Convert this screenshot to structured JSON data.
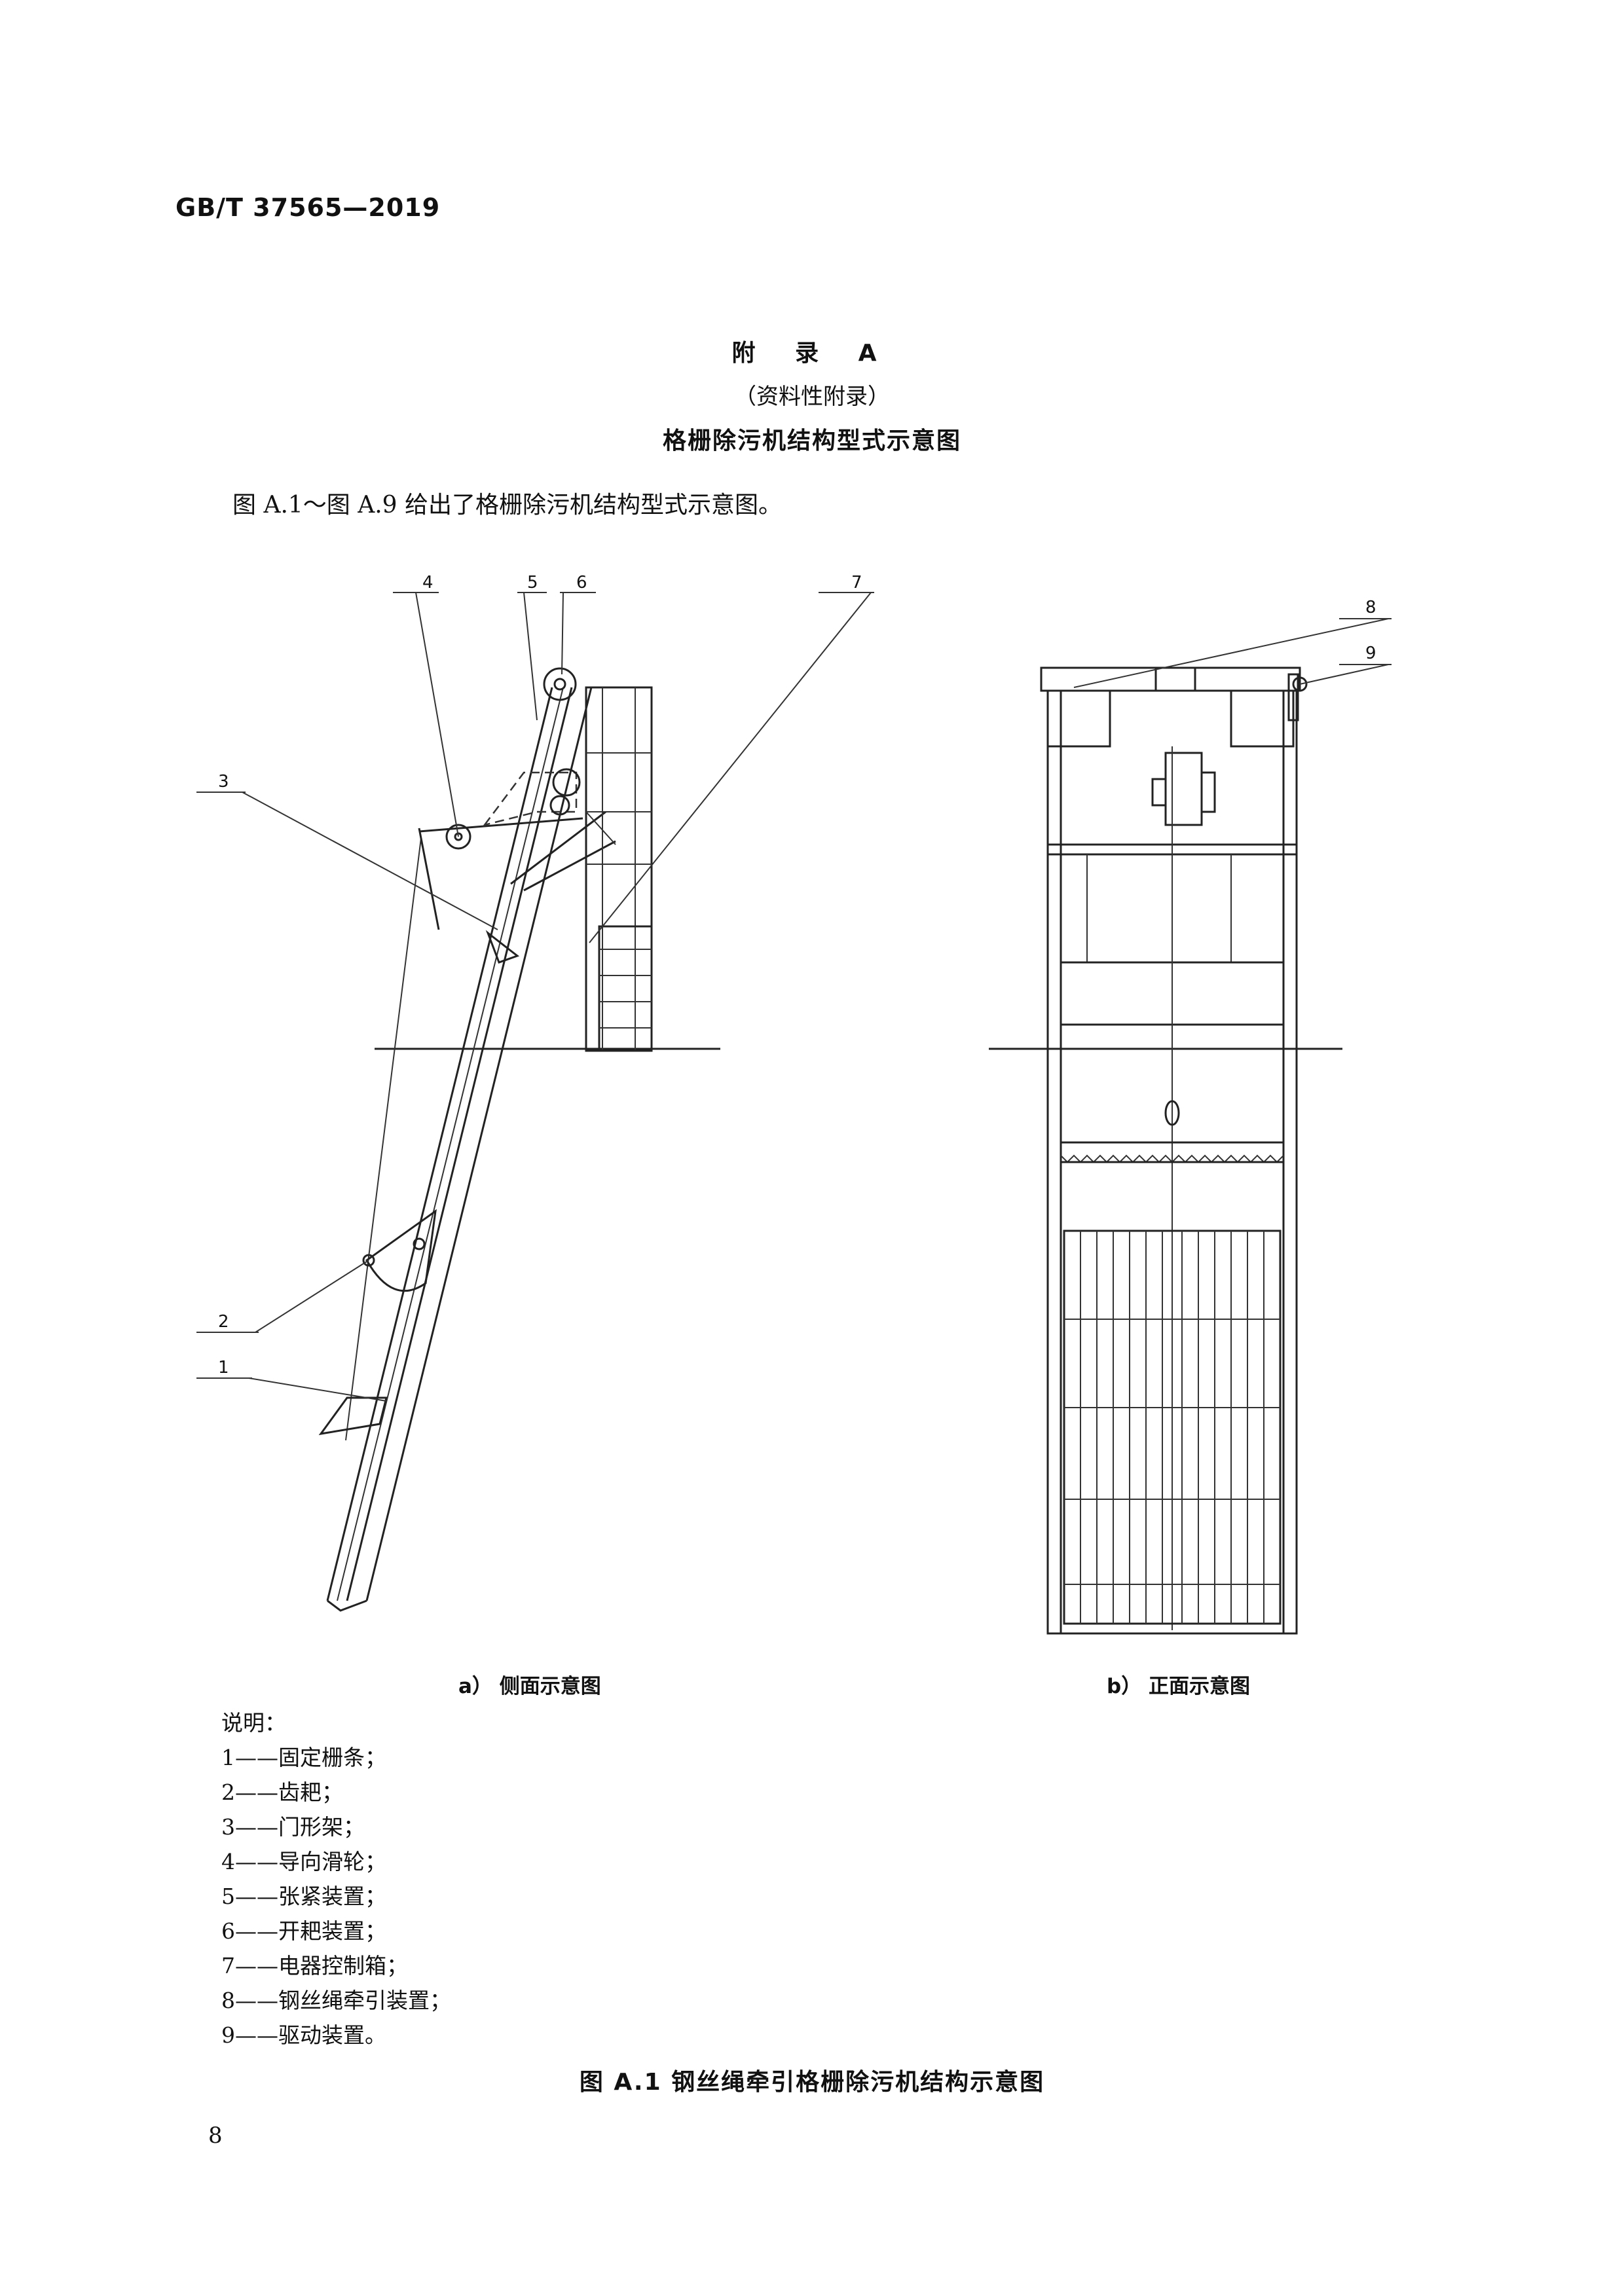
{
  "header": {
    "standard_code": "GB/T 37565—2019"
  },
  "annex": {
    "title": "附 录 A",
    "subtitle": "（资料性附录）",
    "name": "格栅除污机结构型式示意图"
  },
  "intro_text": "图 A.1～图 A.9 给出了格栅除污机结构型式示意图。",
  "figure": {
    "callouts": [
      "1",
      "2",
      "3",
      "4",
      "5",
      "6",
      "7",
      "8",
      "9"
    ],
    "caption_a": "a）  侧面示意图",
    "caption_b": "b）  正面示意图",
    "title": "图 A.1    钢丝绳牵引格栅除污机结构示意图"
  },
  "legend": {
    "heading": "说明：",
    "items": [
      "1——固定栅条；",
      "2——齿耙；",
      "3——门形架；",
      "4——导向滑轮；",
      "5——张紧装置；",
      "6——开耙装置；",
      "7——电器控制箱；",
      "8——钢丝绳牵引装置；",
      "9——驱动装置。"
    ]
  },
  "page_number": "8"
}
